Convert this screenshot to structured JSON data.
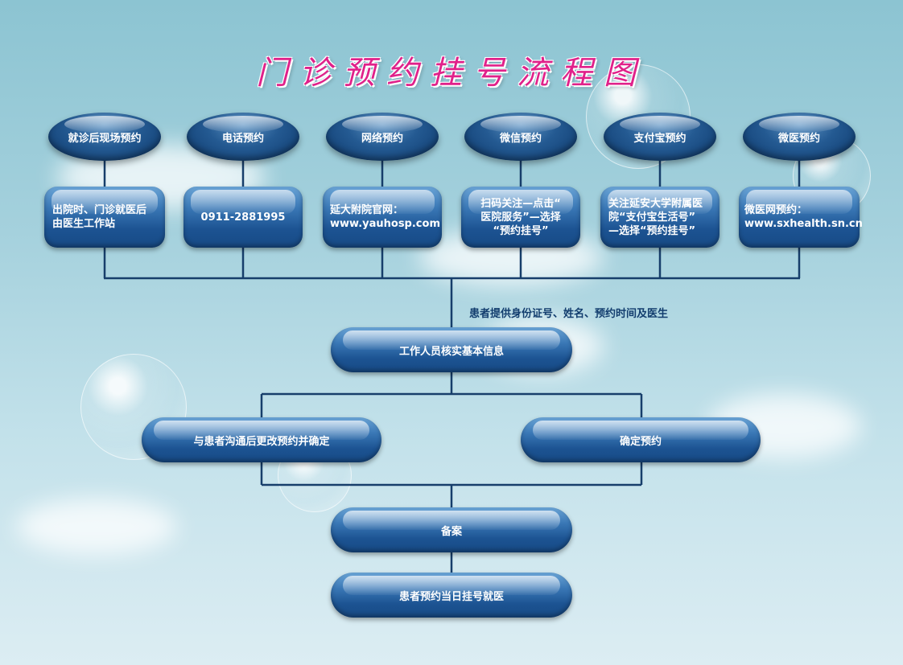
{
  "title": "门诊预约挂号流程图",
  "channels": [
    {
      "name": "就诊后现场预约",
      "detail": [
        "出院时、门诊就医后",
        "由医生工作站"
      ]
    },
    {
      "name": "电话预约",
      "detail": [
        "0911-2881995"
      ]
    },
    {
      "name": "网络预约",
      "detail": [
        "延大附院官网：",
        "www.yauhosp.com"
      ]
    },
    {
      "name": "微信预约",
      "detail": [
        "扫码关注—点击“",
        "医院服务”—选择",
        "“预约挂号”"
      ]
    },
    {
      "name": "支付宝预约",
      "detail": [
        "关注延安大学附属医",
        "院“支付宝生活号”",
        "—选择“预约挂号”"
      ]
    },
    {
      "name": "微医预约",
      "detail": [
        "微医网预约：",
        "www.sxhealth.sn.cn"
      ]
    }
  ],
  "note": "患者提供身份证号、姓名、预约时间及医生",
  "steps": {
    "verify": "工作人员核实基本信息",
    "modify": "与患者沟通后更改预约并确定",
    "confirm": "确定预约",
    "record": "备案",
    "visit": "患者预约当日挂号就医"
  },
  "colors": {
    "title": "#e0218a",
    "node": "#1c5392",
    "line": "#173e6b"
  }
}
